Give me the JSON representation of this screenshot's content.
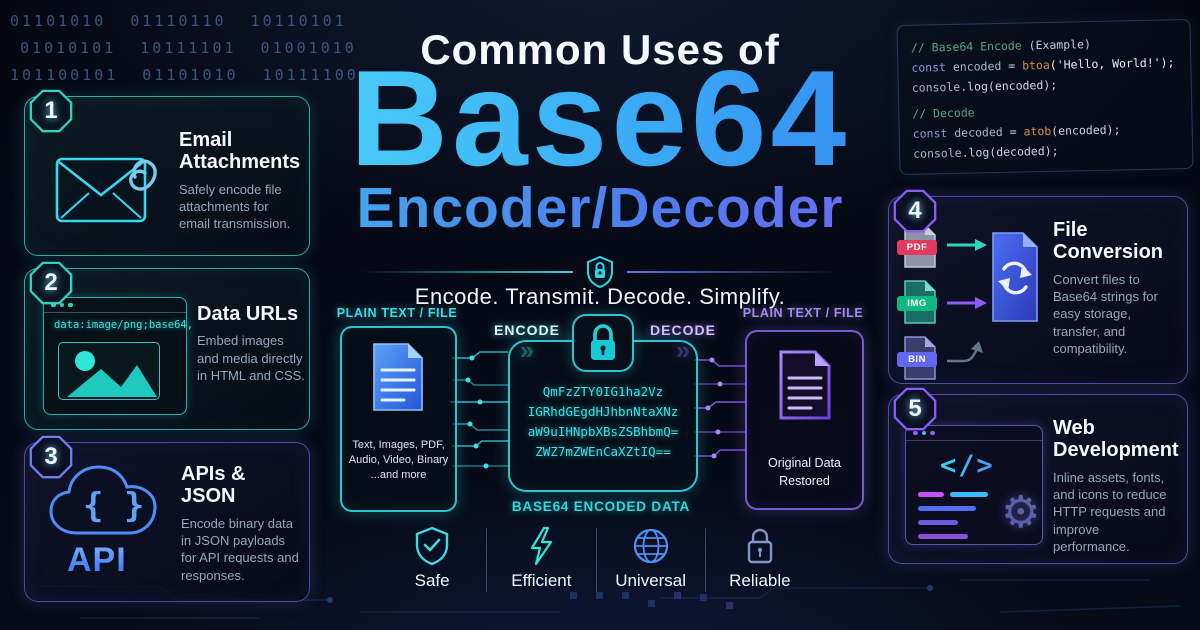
{
  "header": {
    "kicker": "Common Uses of",
    "title": "Base64",
    "subtitle": "Encoder/Decoder",
    "tagline": "Encode. Transmit. Decode. Simplify."
  },
  "background": {
    "binary_row_1": "01101010 01110110 10110101",
    "binary_row_2": "01010101 10111101 01001010",
    "binary_row_3": "101100101 01101010 10111100"
  },
  "code_panel": {
    "comment_1a": "// Base64 Encode ",
    "comment_1b": "(Example)",
    "l2_kw": "const ",
    "l2_id": "encoded",
    "l2_op": " = ",
    "l2_fn": "btoa",
    "l2_rest": "('Hello, World!');",
    "l3_id": "console",
    "l3_fn": ".log",
    "l3_rest": "(encoded);",
    "comment_2": "// Decode",
    "l5_kw": "const ",
    "l5_id": "decoded",
    "l5_op": " = ",
    "l5_fn": "atob",
    "l5_rest": "(encoded);",
    "l6_id": "console",
    "l6_fn": ".log",
    "l6_rest": "(decoded);"
  },
  "cards": [
    {
      "num": "1",
      "title": "Email Attachments",
      "desc": "Safely encode file attachments for email transmission."
    },
    {
      "num": "2",
      "title": "Data URLs",
      "desc": "Embed images and media directly in HTML and CSS.",
      "data_url": "data:image/png;base64,"
    },
    {
      "num": "3",
      "title": "APIs & JSON",
      "desc": "Encode binary data in JSON payloads for API requests and responses.",
      "braces": "{ }",
      "api_label": "API"
    },
    {
      "num": "4",
      "title": "File Conversion",
      "desc": "Convert files to Base64 strings for easy storage, transfer, and compatibility.",
      "file_1": "PDF",
      "file_2": "IMG",
      "file_3": "BIN"
    },
    {
      "num": "5",
      "title": "Web Development",
      "desc": "Inline assets, fonts, and icons to reduce HTTP requests and improve performance.",
      "code_glyph": "</>"
    }
  ],
  "flow": {
    "input_label": "PLAIN TEXT / FILE",
    "input_caption_1": "Text, Images, PDF,",
    "input_caption_2": "Audio, Video, Binary",
    "input_caption_3": "...and more",
    "encode_label": "ENCODE",
    "encode_chevrons": "»",
    "decode_label": "DECODE",
    "decode_chevrons": "»",
    "base64_line_1": "QmFzZTY0IG1ha2Vz",
    "base64_line_2": "IGRhdGEgdHJhbnNtaXNz",
    "base64_line_3": "aW9uIHNpbXBsZSBhbmQ=",
    "base64_line_4": "ZWZ7mZWEnCaXZtIQ==",
    "center_label": "BASE64 ENCODED DATA",
    "output_label": "PLAIN TEXT / FILE",
    "output_caption_1": "Original Data",
    "output_caption_2": "Restored"
  },
  "features": [
    {
      "label": "Safe"
    },
    {
      "label": "Efficient"
    },
    {
      "label": "Universal"
    },
    {
      "label": "Reliable"
    }
  ],
  "colors": {
    "cyan": "#2fd8e8",
    "teal": "#2dd4bf",
    "blue": "#3b82f6",
    "purple": "#8b5cf6",
    "background": "#05070f"
  }
}
